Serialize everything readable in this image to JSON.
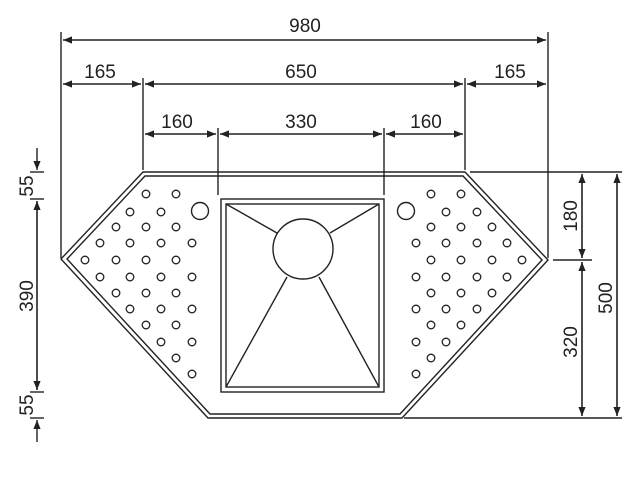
{
  "title": "Corner sink dimension drawing",
  "dimensions": {
    "overall_width": "980",
    "left_wing": "165",
    "top_edge": "650",
    "right_wing": "165",
    "left_drainer": "160",
    "bowl_width": "330",
    "right_drainer": "160",
    "left_top_margin": "55",
    "bowl_length": "390",
    "left_bottom_margin": "55",
    "right_upper": "180",
    "right_lower": "320",
    "overall_depth": "500"
  }
}
